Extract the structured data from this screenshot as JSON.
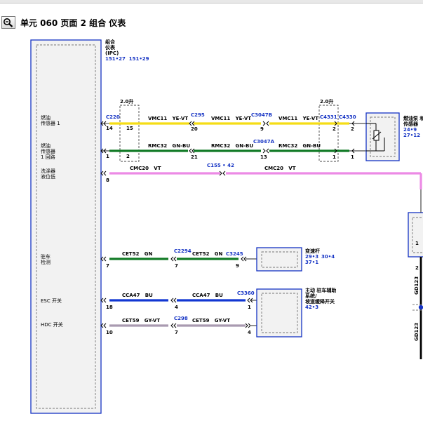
{
  "page": {
    "title": "单元 060 页面 2 组合 仪表"
  },
  "colors": {
    "yellow": "#f5dd16",
    "green": "#127a26",
    "pink": "#ec8ae5",
    "blue": "#1237d2",
    "grayviolet": "#a99ab0",
    "label_blue": "#1533c4",
    "box_fill": "#f2f2f2"
  },
  "module": {
    "name": [
      "组合",
      "仪表",
      "(IPC)"
    ],
    "refs": "151•27  151•29",
    "pins": [
      {
        "label": [
          "燃油",
          "传感器 1"
        ]
      },
      {
        "label": [
          "燃油",
          "传感器",
          "1 回路"
        ]
      },
      {
        "label": [
          "洗涤器",
          "液位低"
        ]
      },
      {
        "label": [
          "驻车",
          "检测"
        ]
      },
      {
        "label": [
          "ESC 开关"
        ]
      },
      {
        "label": [
          "HDC 开关"
        ]
      }
    ]
  },
  "splices": [
    {
      "label": "2.0升"
    },
    {
      "label": "2.0升"
    }
  ],
  "wires": {
    "w1": {
      "left_connector": "C220",
      "left_pin": "14",
      "splice_pin": "15",
      "seg1": "VMC11   YE-VT",
      "mid1_connector": "C295",
      "mid1_pin": "20",
      "seg2": "VMC11   YE-VT",
      "mid2_connector": "C3047B",
      "mid2_pin": "9",
      "seg3": "VMC11   YE-VT",
      "right_connector_a": "C4331",
      "right_connector_b": "C4330",
      "right_pin_a": "2",
      "right_pin_b": "2"
    },
    "w2": {
      "left_pin": "1",
      "splice_pin": "2",
      "seg1": "RMC32   GN-BU",
      "mid1_pin": "21",
      "seg2": "RMC32   GN-BU",
      "mid2_connector": "C3047A",
      "mid2_pin": "13",
      "seg3": "RMC32   GN-BU",
      "right_pin_a": "1",
      "right_pin_b": "1"
    },
    "w3": {
      "left_pin": "8",
      "seg1": "CMC20   VT",
      "inline_connector": "C155 • 42",
      "seg2": "CMC20   VT"
    },
    "w4": {
      "left_pin": "7",
      "seg1": "CET52   GN",
      "mid_connector": "C2294",
      "mid_pin": "7",
      "seg2": "CET52   GN",
      "right_connector": "C3245",
      "right_pin": "9"
    },
    "w5": {
      "left_pin": "18",
      "seg1": "CCA47   BU",
      "mid_pin": "4",
      "seg2": "CCA47   BU",
      "right_connector": "C3360",
      "right_pin": "1"
    },
    "w6": {
      "left_pin": "10",
      "seg1": "CET59   GY-VT",
      "mid_connector": "C298",
      "mid_pin": "7",
      "seg2": "CET59   GY-VT",
      "right_pin": "4"
    }
  },
  "components": {
    "fuel_sender": {
      "label": [
        "燃油泵 和",
        "传感器"
      ],
      "refs": [
        "24•9",
        "27•12"
      ]
    },
    "shifter": {
      "label": "变速杆",
      "refs": [
        "29•3",
        "37•1"
      ],
      "ref2": "30•4"
    },
    "aux_switch": {
      "label": [
        "主动 驻车辅助",
        "系统/",
        "坡道缓降开关"
      ],
      "refs": "42•3"
    }
  },
  "right_side": {
    "pin_a": "1",
    "pin_b": "2",
    "wire_a": "GD123",
    "wire_b": "GD123"
  }
}
